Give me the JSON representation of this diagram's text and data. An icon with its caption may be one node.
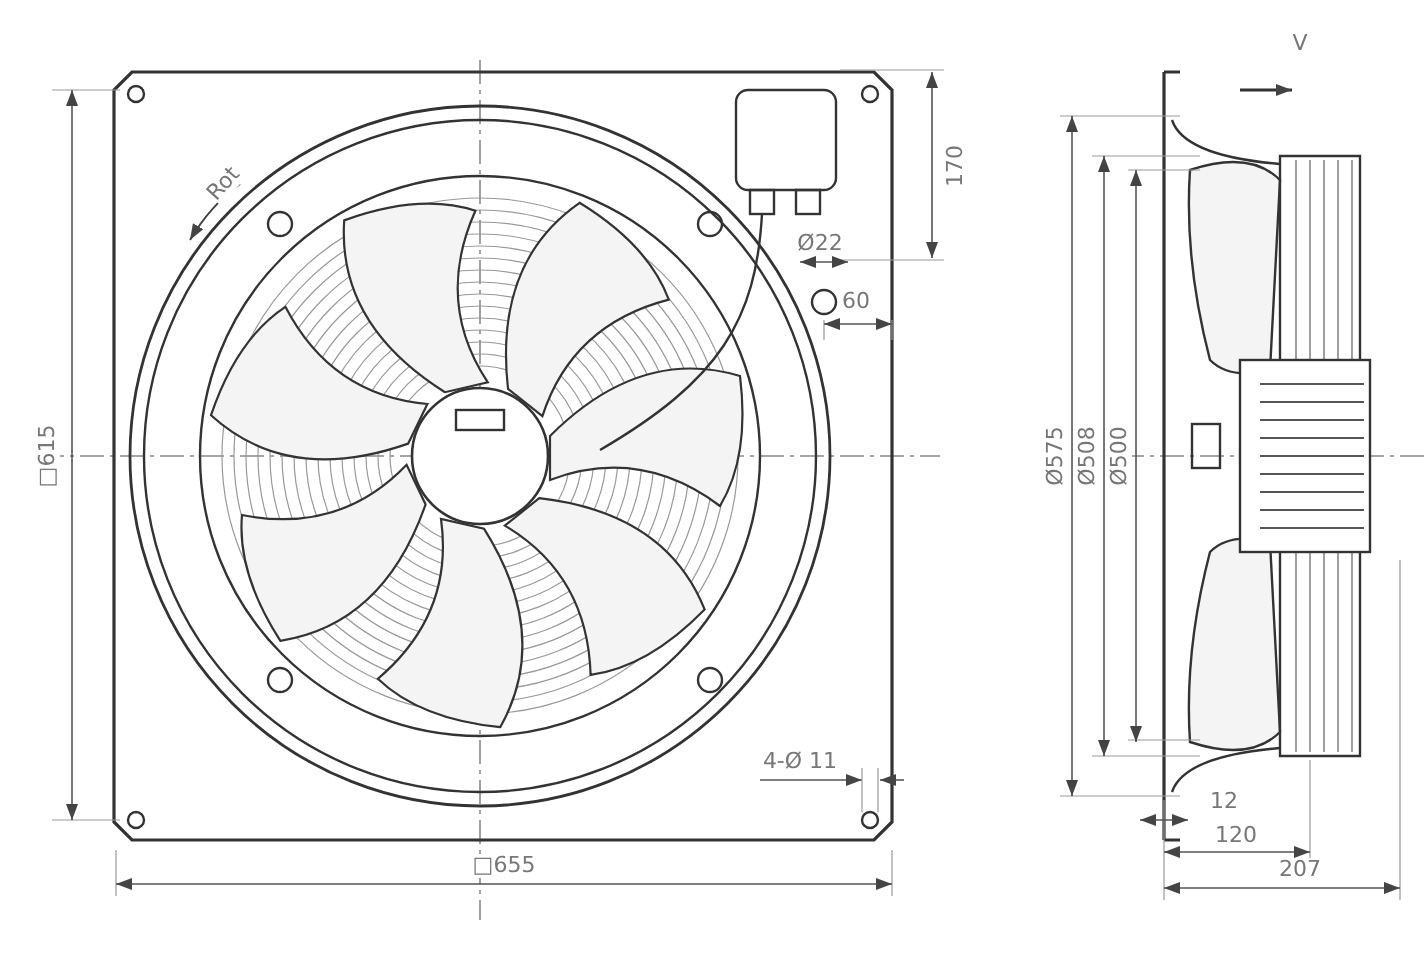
{
  "diagram": {
    "labels": [
      "Rot",
      "V",
      "170",
      "Ø22",
      "60",
      "□615",
      "Ø575",
      "Ø508",
      "Ø500",
      "4-Ø 11",
      "□655",
      "12",
      "120",
      "207"
    ]
  }
}
